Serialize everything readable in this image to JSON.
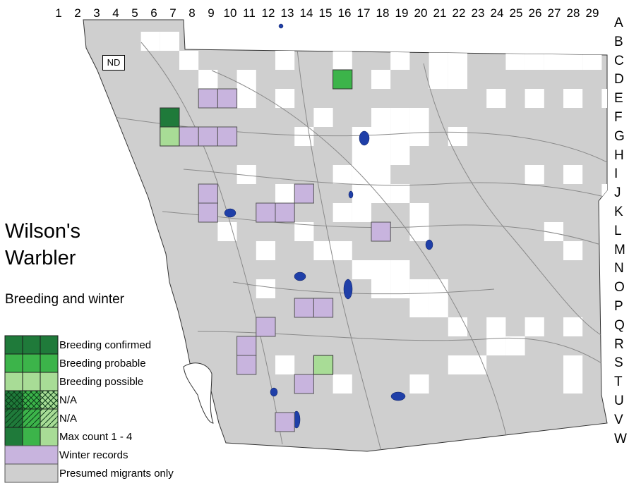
{
  "title_lines": [
    "Wilson's",
    "Warbler"
  ],
  "subtitle": "Breeding and winter",
  "column_labels": [
    "1",
    "2",
    "3",
    "4",
    "5",
    "6",
    "7",
    "8",
    "9",
    "10",
    "11",
    "12",
    "13",
    "14",
    "15",
    "16",
    "17",
    "18",
    "19",
    "20",
    "21",
    "22",
    "23",
    "24",
    "25",
    "26",
    "27",
    "28",
    "29"
  ],
  "row_labels": [
    "A",
    "B",
    "C",
    "D",
    "E",
    "F",
    "G",
    "H",
    "I",
    "J",
    "K",
    "L",
    "M",
    "N",
    "O",
    "P",
    "Q",
    "R",
    "S",
    "T",
    "U",
    "V",
    "W"
  ],
  "unsurveyed_label": "ND",
  "legend": [
    {
      "label": "Breeding confirmed",
      "fill": "confirmed"
    },
    {
      "label": "Breeding probable",
      "fill": "probable"
    },
    {
      "label": "Breeding possible",
      "fill": "possible"
    },
    {
      "label": "N/A",
      "fill": "hatch"
    },
    {
      "label": "N/A",
      "fill": "hatch2"
    },
    {
      "label": "Max count 1 - 4",
      "fill": "count"
    },
    {
      "label": "Winter records",
      "fill": "winter"
    },
    {
      "label": "Presumed migrants only",
      "fill": "migrant"
    }
  ],
  "colors": {
    "confirmed": "#1f7a3a",
    "probable": "#3cb44a",
    "possible": "#a8dc96",
    "winter": "#c8b4de",
    "migrant": "#cfcfcf",
    "water": "#1f3fa8",
    "road": "#8a8a8a"
  },
  "breeding_cells": [
    {
      "status": "probable",
      "col": 14,
      "row": "D"
    },
    {
      "status": "confirmed",
      "col": 5,
      "row": "F"
    },
    {
      "status": "possible",
      "col": 5,
      "row": "G"
    },
    {
      "status": "possible",
      "col": 13,
      "row": "S"
    }
  ],
  "winter_cells": [
    {
      "col": 7,
      "row": "E"
    },
    {
      "col": 8,
      "row": "E"
    },
    {
      "col": 6,
      "row": "G"
    },
    {
      "col": 7,
      "row": "G"
    },
    {
      "col": 8,
      "row": "G"
    },
    {
      "col": 7,
      "row": "J"
    },
    {
      "col": 12,
      "row": "J"
    },
    {
      "col": 7,
      "row": "K"
    },
    {
      "col": 10,
      "row": "K"
    },
    {
      "col": 11,
      "row": "K"
    },
    {
      "col": 16,
      "row": "L"
    },
    {
      "col": 12,
      "row": "P"
    },
    {
      "col": 13,
      "row": "P"
    },
    {
      "col": 10,
      "row": "Q"
    },
    {
      "col": 9,
      "row": "R"
    },
    {
      "col": 9,
      "row": "S"
    },
    {
      "col": 12,
      "row": "T"
    },
    {
      "col": 11,
      "row": "V"
    }
  ]
}
